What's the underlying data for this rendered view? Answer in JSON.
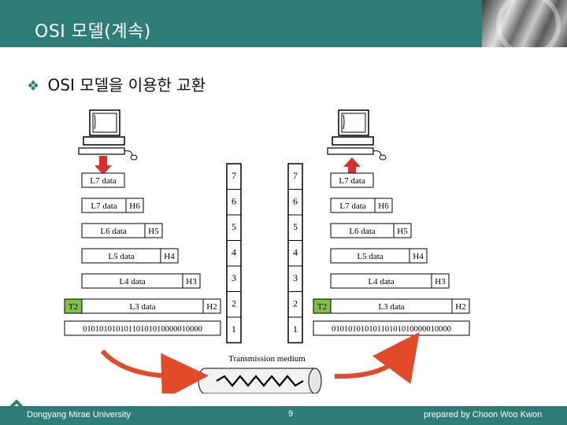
{
  "header": {
    "title": "OSI 모델(계속)"
  },
  "subtitle": {
    "bullet": "❖",
    "text": "OSI 모델을 이용한 교환"
  },
  "diagram": {
    "left_stack": [
      {
        "data": "L7 data",
        "header": ""
      },
      {
        "data": "L7 data",
        "header": "H6"
      },
      {
        "data": "L6 data",
        "header": "H5"
      },
      {
        "data": "L5 data",
        "header": "H4"
      },
      {
        "data": "L4 data",
        "header": "H3"
      },
      {
        "data": "L3 data",
        "header": "H2",
        "trailer": "T2"
      }
    ],
    "right_stack": [
      {
        "data": "L7 data",
        "header": ""
      },
      {
        "data": "L7 data",
        "header": "H6"
      },
      {
        "data": "L6 data",
        "header": "H5"
      },
      {
        "data": "L5 data",
        "header": "H4"
      },
      {
        "data": "L4 data",
        "header": "H3"
      },
      {
        "data": "L3 data",
        "header": "H2",
        "trailer": "T2"
      }
    ],
    "bits": "01010101010110101010000010000",
    "layers": [
      "7",
      "6",
      "5",
      "4",
      "3",
      "2",
      "1"
    ],
    "medium_label": "Transmission medium",
    "colors": {
      "trailer": "#7dc242",
      "send_arrow": "#d9302c",
      "return_arrow": "#e24a2a"
    }
  },
  "footer": {
    "university": "Dongyang Mirae University",
    "page": "9",
    "author": "prepared by Choon Woo Kwon"
  }
}
